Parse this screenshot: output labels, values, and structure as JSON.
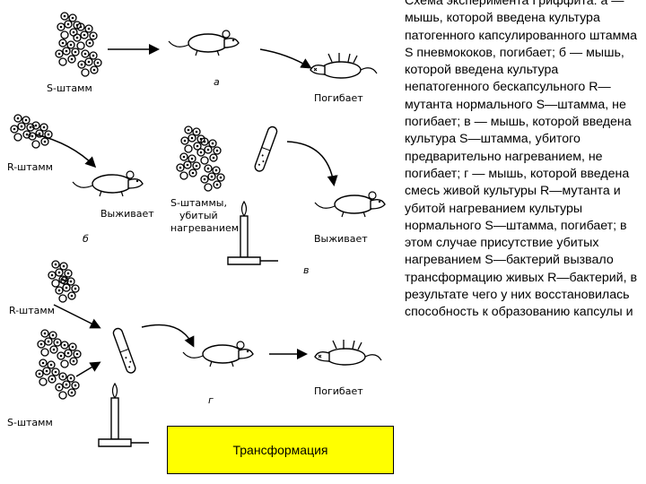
{
  "labels": {
    "s_strain": "S-штамм",
    "r_strain": "R-штамм",
    "dies": "Погибает",
    "survives": "Выживает",
    "s_strain_killed": "S-штаммы,",
    "killed_line2": "убитый",
    "killed_line3": "нагреванием",
    "panel_a": "а",
    "panel_b": "б",
    "panel_v": "в",
    "panel_g": "г"
  },
  "caption": "Схема эксперимента Гриффита: а — мышь, которой введена культура патогенного капсулированного штамма S пневмококов, погибает; б — мышь, которой введена культура непатогенного бескапсульного R—мутанта нормального S—штамма, не погибает; в — мышь, которой введена культура S—штамма, убитого предварительно нагреванием, не погибает; г — мышь, которой введена смесь живой культуры R—мутанта и убитой нагреванием культуры нормального S—штамма, погибает; в этом случае присутствие убитых нагреванием S—бактерий вызвало трансформацию живых R—бактерий, в результате чего у них восстановилась способность к образованию капсулы и",
  "transform_label": "Трансформация"
}
